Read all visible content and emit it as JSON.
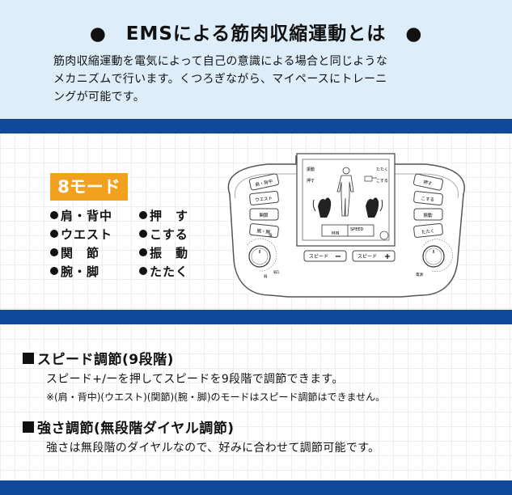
{
  "header": {
    "title": "●　EMSによる筋肉収縮運動とは　●",
    "intro_lines": [
      "筋肉収縮運動を電気によって自己の意識による場合と同じような",
      "メカニズムで行います。くつろぎながら、マイペースにトレーニ",
      "ングが可能です。"
    ]
  },
  "modes": {
    "badge": "8モード",
    "items": [
      "肩・背中",
      "押　す",
      "ウエスト",
      "こする",
      "関　節",
      "振　動",
      "腕・脚",
      "たたく"
    ]
  },
  "device": {
    "left_buttons": [
      "肩・背中",
      "ウエスト",
      "関節",
      "腕・脚"
    ],
    "right_buttons": [
      "押す",
      "こする",
      "振動",
      "たたく"
    ],
    "screen_left": [
      "振動",
      "押す"
    ],
    "screen_right": [
      "たたく",
      "こする"
    ],
    "screen_min": "MIN",
    "screen_speed": "SPEED",
    "speed_minus": "スピード",
    "speed_plus": "スピード",
    "minus_sign": "−",
    "plus_sign": "+",
    "left_dial_labels": [
      "強",
      "弱",
      "弱1"
    ],
    "right_dial_label": "電源"
  },
  "sections": [
    {
      "heading": "スピード調節(9段階)",
      "body": "スピード+/ーを押してスピードを9段階で調節できます。",
      "note": "※(肩・背中)(ウエスト)(関節)(腕・脚)のモードはスピード調節はできません。"
    },
    {
      "heading": "強さ調節(無段階ダイヤル調節)",
      "body": "強さは無段階のダイヤルなので、好みに合わせて調節可能です。"
    }
  ]
}
